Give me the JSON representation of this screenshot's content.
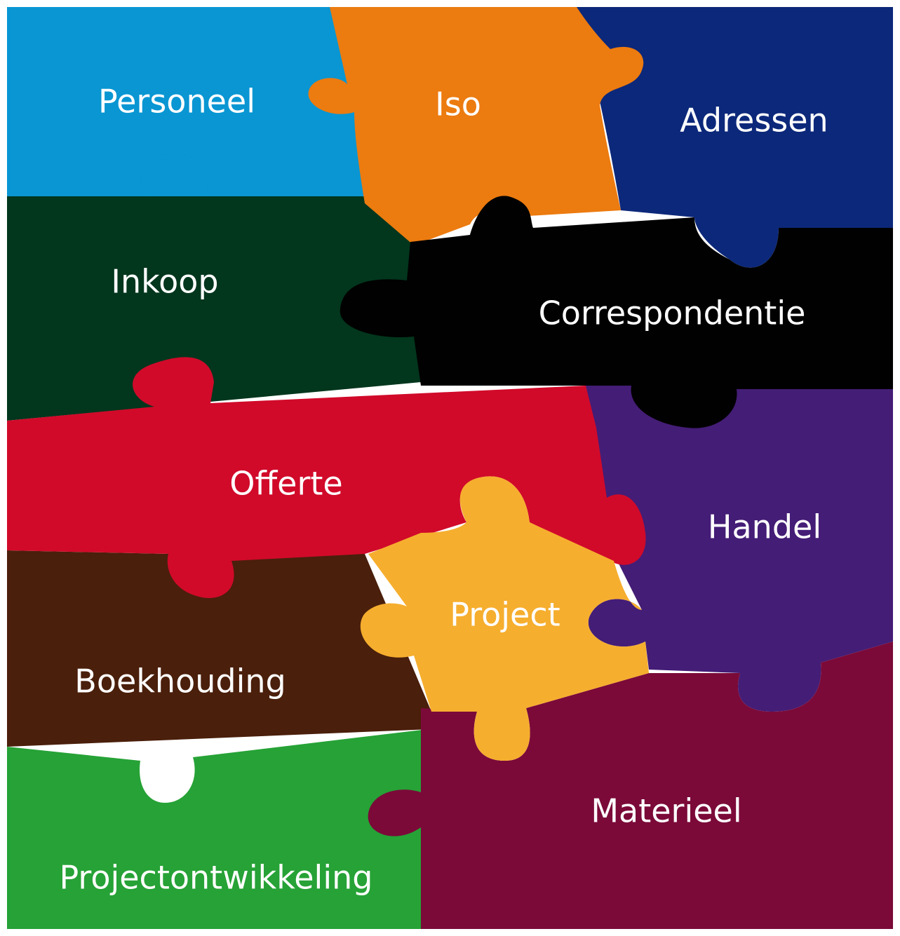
{
  "colors": {
    "background": "#ffffff",
    "label": "#ffffff"
  },
  "pieces": [
    {
      "key": "personeel",
      "label": "Personeel",
      "color": "#0996d3"
    },
    {
      "key": "iso",
      "label": "Iso",
      "color": "#ec7b10"
    },
    {
      "key": "adressen",
      "label": "Adressen",
      "color": "#0c287a"
    },
    {
      "key": "inkoop",
      "label": "Inkoop",
      "color": "#02361d"
    },
    {
      "key": "correspondentie",
      "label": "Correspondentie",
      "color": "#010101"
    },
    {
      "key": "offerte",
      "label": "Offerte",
      "color": "#d10a2a"
    },
    {
      "key": "handel",
      "label": "Handel",
      "color": "#441d76"
    },
    {
      "key": "project",
      "label": "Project",
      "color": "#f6ae2e"
    },
    {
      "key": "boekhouding",
      "label": "Boekhouding",
      "color": "#4a1f0b"
    },
    {
      "key": "projectontwikkeling",
      "label": "Projectontwikkeling",
      "color": "#26a236"
    },
    {
      "key": "materieel",
      "label": "Materieel",
      "color": "#7b0a39"
    }
  ]
}
